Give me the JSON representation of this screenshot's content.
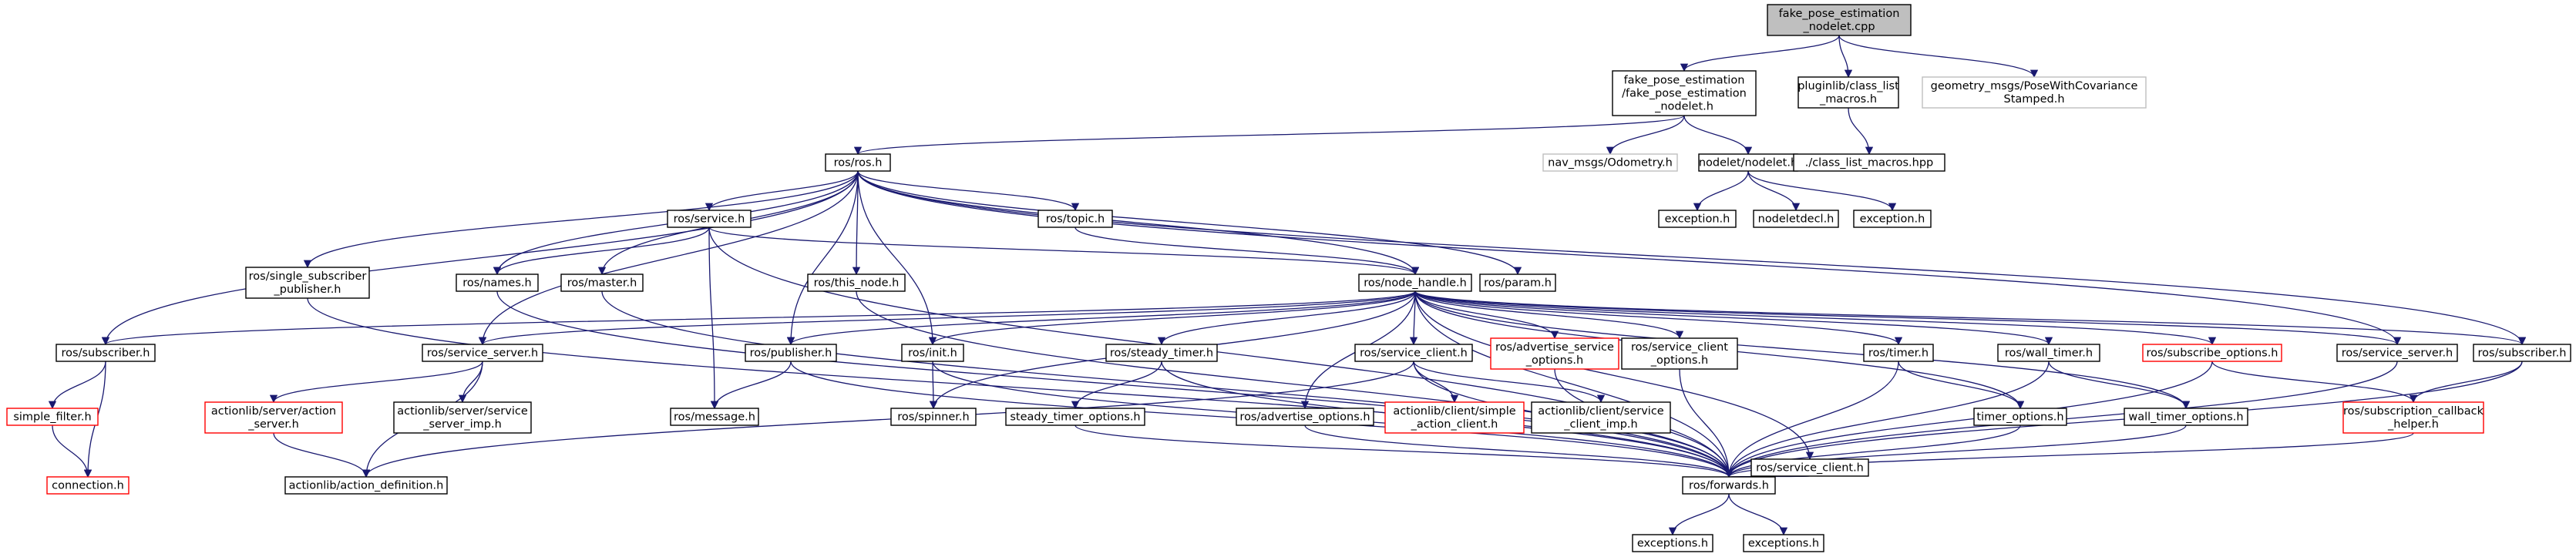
{
  "colors": {
    "edge": "#191970",
    "root_fill": "#bfbfbf",
    "node_border": "#000000",
    "missing_border": "#ff0000",
    "external_border": "#bfbfbf"
  },
  "nodes": [
    {
      "id": "root",
      "lines": [
        "fake_pose_estimation",
        "_nodelet.cpp"
      ],
      "style": "root"
    },
    {
      "id": "fpe_h",
      "lines": [
        "fake_pose_estimation",
        "/fake_pose_estimation",
        "_nodelet.h"
      ],
      "style": "normal"
    },
    {
      "id": "pluginlib",
      "lines": [
        "pluginlib/class_list",
        "_macros.h"
      ],
      "style": "normal"
    },
    {
      "id": "geometry",
      "lines": [
        "geometry_msgs/PoseWithCovariance",
        "Stamped.h"
      ],
      "style": "external"
    },
    {
      "id": "ros_h",
      "lines": [
        "ros/ros.h"
      ],
      "style": "normal"
    },
    {
      "id": "nav_msgs",
      "lines": [
        "nav_msgs/Odometry.h"
      ],
      "style": "external"
    },
    {
      "id": "nodelet_h",
      "lines": [
        "nodelet/nodelet.h"
      ],
      "style": "normal"
    },
    {
      "id": "class_list_hpp",
      "lines": [
        "./class_list_macros.hpp"
      ],
      "style": "normal"
    },
    {
      "id": "exception1",
      "lines": [
        "exception.h"
      ],
      "style": "normal"
    },
    {
      "id": "nodeletdecl",
      "lines": [
        "nodeletdecl.h"
      ],
      "style": "normal"
    },
    {
      "id": "exception2",
      "lines": [
        "exception.h"
      ],
      "style": "normal"
    },
    {
      "id": "service_h",
      "lines": [
        "ros/service.h"
      ],
      "style": "normal"
    },
    {
      "id": "topic_h",
      "lines": [
        "ros/topic.h"
      ],
      "style": "normal"
    },
    {
      "id": "single_sub",
      "lines": [
        "ros/single_subscriber",
        "_publisher.h"
      ],
      "style": "normal"
    },
    {
      "id": "names_h",
      "lines": [
        "ros/names.h"
      ],
      "style": "normal"
    },
    {
      "id": "master_h",
      "lines": [
        "ros/master.h"
      ],
      "style": "normal"
    },
    {
      "id": "this_node",
      "lines": [
        "ros/this_node.h"
      ],
      "style": "normal"
    },
    {
      "id": "node_handle",
      "lines": [
        "ros/node_handle.h"
      ],
      "style": "normal"
    },
    {
      "id": "param_h",
      "lines": [
        "ros/param.h"
      ],
      "style": "normal"
    },
    {
      "id": "subscriber_left",
      "lines": [
        "ros/subscriber.h"
      ],
      "style": "normal"
    },
    {
      "id": "service_server_left",
      "lines": [
        "ros/service_server.h"
      ],
      "style": "normal"
    },
    {
      "id": "publisher_h",
      "lines": [
        "ros/publisher.h"
      ],
      "style": "normal"
    },
    {
      "id": "init_h",
      "lines": [
        "ros/init.h"
      ],
      "style": "normal"
    },
    {
      "id": "steady_timer",
      "lines": [
        "ros/steady_timer.h"
      ],
      "style": "normal"
    },
    {
      "id": "service_client",
      "lines": [
        "ros/service_client.h"
      ],
      "style": "normal"
    },
    {
      "id": "advertise_service_options",
      "lines": [
        "ros/advertise_service",
        "_options.h"
      ],
      "style": "missing"
    },
    {
      "id": "service_client_options",
      "lines": [
        "ros/service_client",
        "_options.h"
      ],
      "style": "normal"
    },
    {
      "id": "timer_h",
      "lines": [
        "ros/timer.h"
      ],
      "style": "normal"
    },
    {
      "id": "wall_timer",
      "lines": [
        "ros/wall_timer.h"
      ],
      "style": "normal"
    },
    {
      "id": "subscribe_options",
      "lines": [
        "ros/subscribe_options.h"
      ],
      "style": "missing"
    },
    {
      "id": "service_server_right",
      "lines": [
        "ros/service_server.h"
      ],
      "style": "normal"
    },
    {
      "id": "subscriber_right",
      "lines": [
        "ros/subscriber.h"
      ],
      "style": "normal"
    },
    {
      "id": "simple_filter",
      "lines": [
        "simple_filter.h"
      ],
      "style": "missing"
    },
    {
      "id": "connection",
      "lines": [
        "connection.h"
      ],
      "style": "missing"
    },
    {
      "id": "action_server",
      "lines": [
        "actionlib/server/action",
        "_server.h"
      ],
      "style": "missing"
    },
    {
      "id": "service_server_imp",
      "lines": [
        "actionlib/server/service",
        "_server_imp.h"
      ],
      "style": "normal"
    },
    {
      "id": "message_h",
      "lines": [
        "ros/message.h"
      ],
      "style": "normal"
    },
    {
      "id": "spinner_h",
      "lines": [
        "ros/spinner.h"
      ],
      "style": "normal"
    },
    {
      "id": "steady_timer_options",
      "lines": [
        "steady_timer_options.h"
      ],
      "style": "normal"
    },
    {
      "id": "advertise_options",
      "lines": [
        "ros/advertise_options.h"
      ],
      "style": "normal"
    },
    {
      "id": "simple_action_client",
      "lines": [
        "actionlib/client/simple",
        "_action_client.h"
      ],
      "style": "missing"
    },
    {
      "id": "service_client_imp",
      "lines": [
        "actionlib/client/service",
        "_client_imp.h"
      ],
      "style": "normal"
    },
    {
      "id": "service_client2",
      "lines": [
        "ros/service_client.h"
      ],
      "style": "normal"
    },
    {
      "id": "timer_options",
      "lines": [
        "timer_options.h"
      ],
      "style": "normal"
    },
    {
      "id": "wall_timer_options",
      "lines": [
        "wall_timer_options.h"
      ],
      "style": "normal"
    },
    {
      "id": "subscription_callback",
      "lines": [
        "ros/subscription_callback",
        "_helper.h"
      ],
      "style": "missing"
    },
    {
      "id": "action_definition",
      "lines": [
        "actionlib/action_definition.h"
      ],
      "style": "normal"
    },
    {
      "id": "forwards",
      "lines": [
        "ros/forwards.h"
      ],
      "style": "normal"
    },
    {
      "id": "exceptions1",
      "lines": [
        "exceptions.h"
      ],
      "style": "normal"
    },
    {
      "id": "exceptions2",
      "lines": [
        "exceptions.h"
      ],
      "style": "normal"
    }
  ],
  "edges": [
    [
      "root",
      "fpe_h"
    ],
    [
      "root",
      "pluginlib"
    ],
    [
      "root",
      "geometry"
    ],
    [
      "pluginlib",
      "class_list_hpp"
    ],
    [
      "fpe_h",
      "ros_h"
    ],
    [
      "fpe_h",
      "nav_msgs"
    ],
    [
      "fpe_h",
      "nodelet_h"
    ],
    [
      "nodelet_h",
      "exception1"
    ],
    [
      "nodelet_h",
      "nodeletdecl"
    ],
    [
      "nodelet_h",
      "exception2"
    ],
    [
      "ros_h",
      "service_h"
    ],
    [
      "ros_h",
      "topic_h"
    ],
    [
      "ros_h",
      "single_sub"
    ],
    [
      "ros_h",
      "names_h"
    ],
    [
      "ros_h",
      "master_h"
    ],
    [
      "ros_h",
      "this_node"
    ],
    [
      "ros_h",
      "node_handle"
    ],
    [
      "ros_h",
      "param_h"
    ],
    [
      "ros_h",
      "subscriber_left"
    ],
    [
      "ros_h",
      "service_server_left"
    ],
    [
      "ros_h",
      "publisher_h"
    ],
    [
      "ros_h",
      "init_h"
    ],
    [
      "ros_h",
      "subscriber_right"
    ],
    [
      "ros_h",
      "service_server_right"
    ],
    [
      "service_h",
      "names_h"
    ],
    [
      "service_h",
      "node_handle"
    ],
    [
      "service_h",
      "message_h"
    ],
    [
      "service_h",
      "forwards"
    ],
    [
      "topic_h",
      "node_handle"
    ],
    [
      "single_sub",
      "forwards"
    ],
    [
      "names_h",
      "forwards"
    ],
    [
      "master_h",
      "forwards"
    ],
    [
      "this_node",
      "forwards"
    ],
    [
      "node_handle",
      "subscriber_left"
    ],
    [
      "node_handle",
      "service_server_left"
    ],
    [
      "node_handle",
      "publisher_h"
    ],
    [
      "node_handle",
      "init_h"
    ],
    [
      "node_handle",
      "steady_timer"
    ],
    [
      "node_handle",
      "service_client"
    ],
    [
      "node_handle",
      "advertise_service_options"
    ],
    [
      "node_handle",
      "service_client_options"
    ],
    [
      "node_handle",
      "timer_h"
    ],
    [
      "node_handle",
      "wall_timer"
    ],
    [
      "node_handle",
      "subscribe_options"
    ],
    [
      "node_handle",
      "service_server_right"
    ],
    [
      "node_handle",
      "subscriber_right"
    ],
    [
      "node_handle",
      "spinner_h"
    ],
    [
      "node_handle",
      "advertise_options"
    ],
    [
      "node_handle",
      "service_client2"
    ],
    [
      "node_handle",
      "timer_options"
    ],
    [
      "node_handle",
      "wall_timer_options"
    ],
    [
      "node_handle",
      "forwards"
    ],
    [
      "subscriber_left",
      "simple_filter"
    ],
    [
      "subscriber_left",
      "connection"
    ],
    [
      "simple_filter",
      "connection"
    ],
    [
      "service_server_left",
      "action_server"
    ],
    [
      "service_server_left",
      "service_server_imp"
    ],
    [
      "service_server_left",
      "action_definition"
    ],
    [
      "action_server",
      "action_definition"
    ],
    [
      "publisher_h",
      "message_h"
    ],
    [
      "publisher_h",
      "forwards"
    ],
    [
      "init_h",
      "spinner_h"
    ],
    [
      "init_h",
      "forwards"
    ],
    [
      "steady_timer",
      "steady_timer_options"
    ],
    [
      "steady_timer",
      "forwards"
    ],
    [
      "steady_timer_options",
      "forwards"
    ],
    [
      "service_client",
      "simple_action_client"
    ],
    [
      "service_client",
      "service_client_imp"
    ],
    [
      "service_client",
      "action_definition"
    ],
    [
      "service_client",
      "forwards"
    ],
    [
      "advertise_service_options",
      "forwards"
    ],
    [
      "service_client_options",
      "forwards"
    ],
    [
      "advertise_options",
      "forwards"
    ],
    [
      "service_client2",
      "forwards"
    ],
    [
      "timer_h",
      "timer_options"
    ],
    [
      "timer_h",
      "forwards"
    ],
    [
      "timer_options",
      "forwards"
    ],
    [
      "wall_timer",
      "wall_timer_options"
    ],
    [
      "wall_timer",
      "forwards"
    ],
    [
      "wall_timer_options",
      "forwards"
    ],
    [
      "subscribe_options",
      "subscription_callback"
    ],
    [
      "subscribe_options",
      "forwards"
    ],
    [
      "service_server_right",
      "forwards"
    ],
    [
      "subscriber_right",
      "subscription_callback"
    ],
    [
      "subscriber_right",
      "forwards"
    ],
    [
      "subscription_callback",
      "forwards"
    ],
    [
      "forwards",
      "exceptions1"
    ],
    [
      "forwards",
      "exceptions2"
    ]
  ]
}
